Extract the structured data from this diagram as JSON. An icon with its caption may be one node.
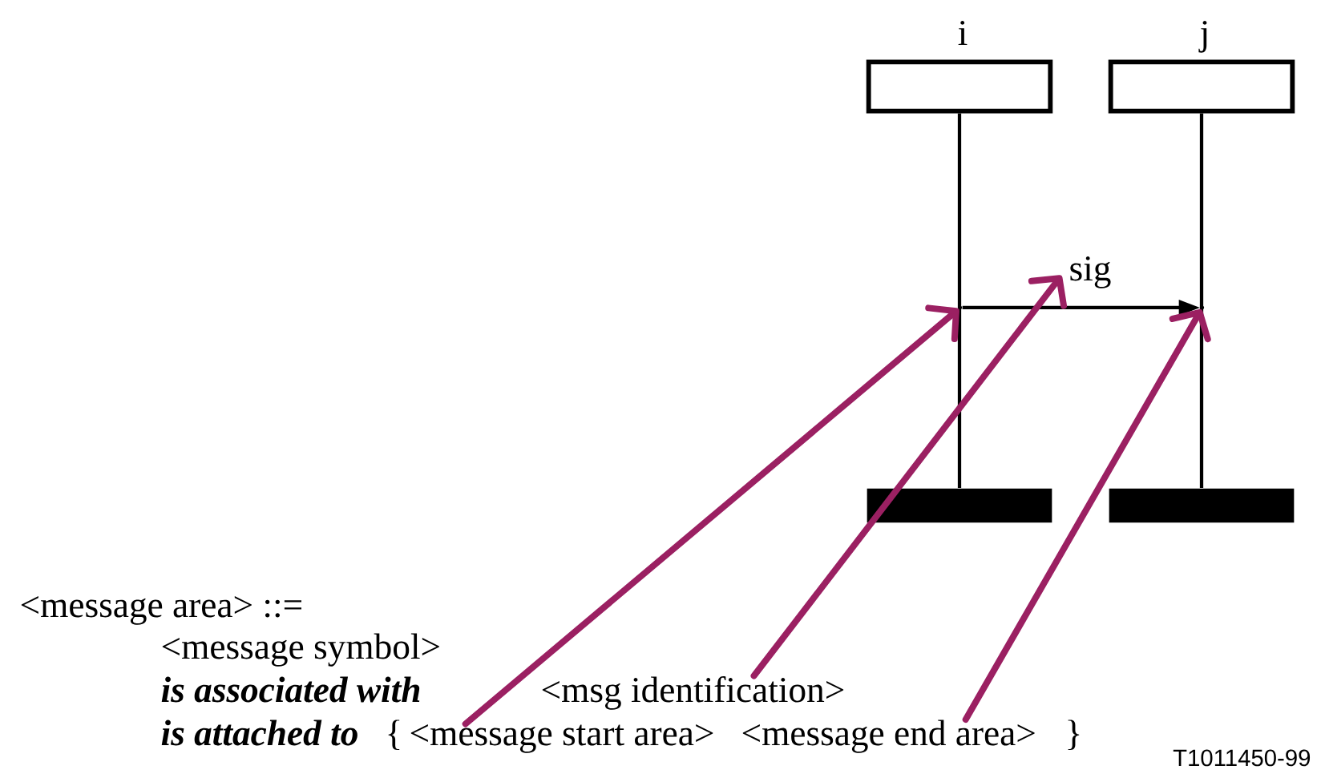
{
  "diagram": {
    "nodes": [
      {
        "text": [
          "i"
        ]
      },
      {
        "text": [
          "j"
        ]
      },
      {
        "text": [],
        "shape": "bar"
      },
      {
        "text": [],
        "shape": "bar"
      },
      {
        "text": [
          "<msg identification>"
        ]
      },
      {
        "text": [
          "<message start area>"
        ]
      },
      {
        "text": [
          "<message end area>"
        ]
      },
      {
        "text": [],
        "shape": "dot"
      },
      {
        "text": [],
        "shape": "dot"
      }
    ],
    "edges": [
      {
        "from": 0,
        "to": 2,
        "arrow": "none"
      },
      {
        "from": 1,
        "to": 3,
        "arrow": "none"
      },
      {
        "from": 7,
        "to": 8,
        "arrow": "to",
        "label": "sig"
      },
      {
        "from": 5,
        "to": 7,
        "arrow": "to",
        "style": "thick",
        "color": "#9b2062"
      },
      {
        "from": 4,
        "to": null,
        "arrow": "to",
        "style": "thick",
        "color": "#9b2062"
      },
      {
        "from": 6,
        "to": 8,
        "arrow": "to",
        "style": "thick",
        "color": "#9b2062"
      }
    ],
    "labels": [
      "<message area> ::=",
      "<message symbol>",
      "is associated with",
      "is attached to",
      "{",
      "}",
      "T1011450-99"
    ]
  }
}
